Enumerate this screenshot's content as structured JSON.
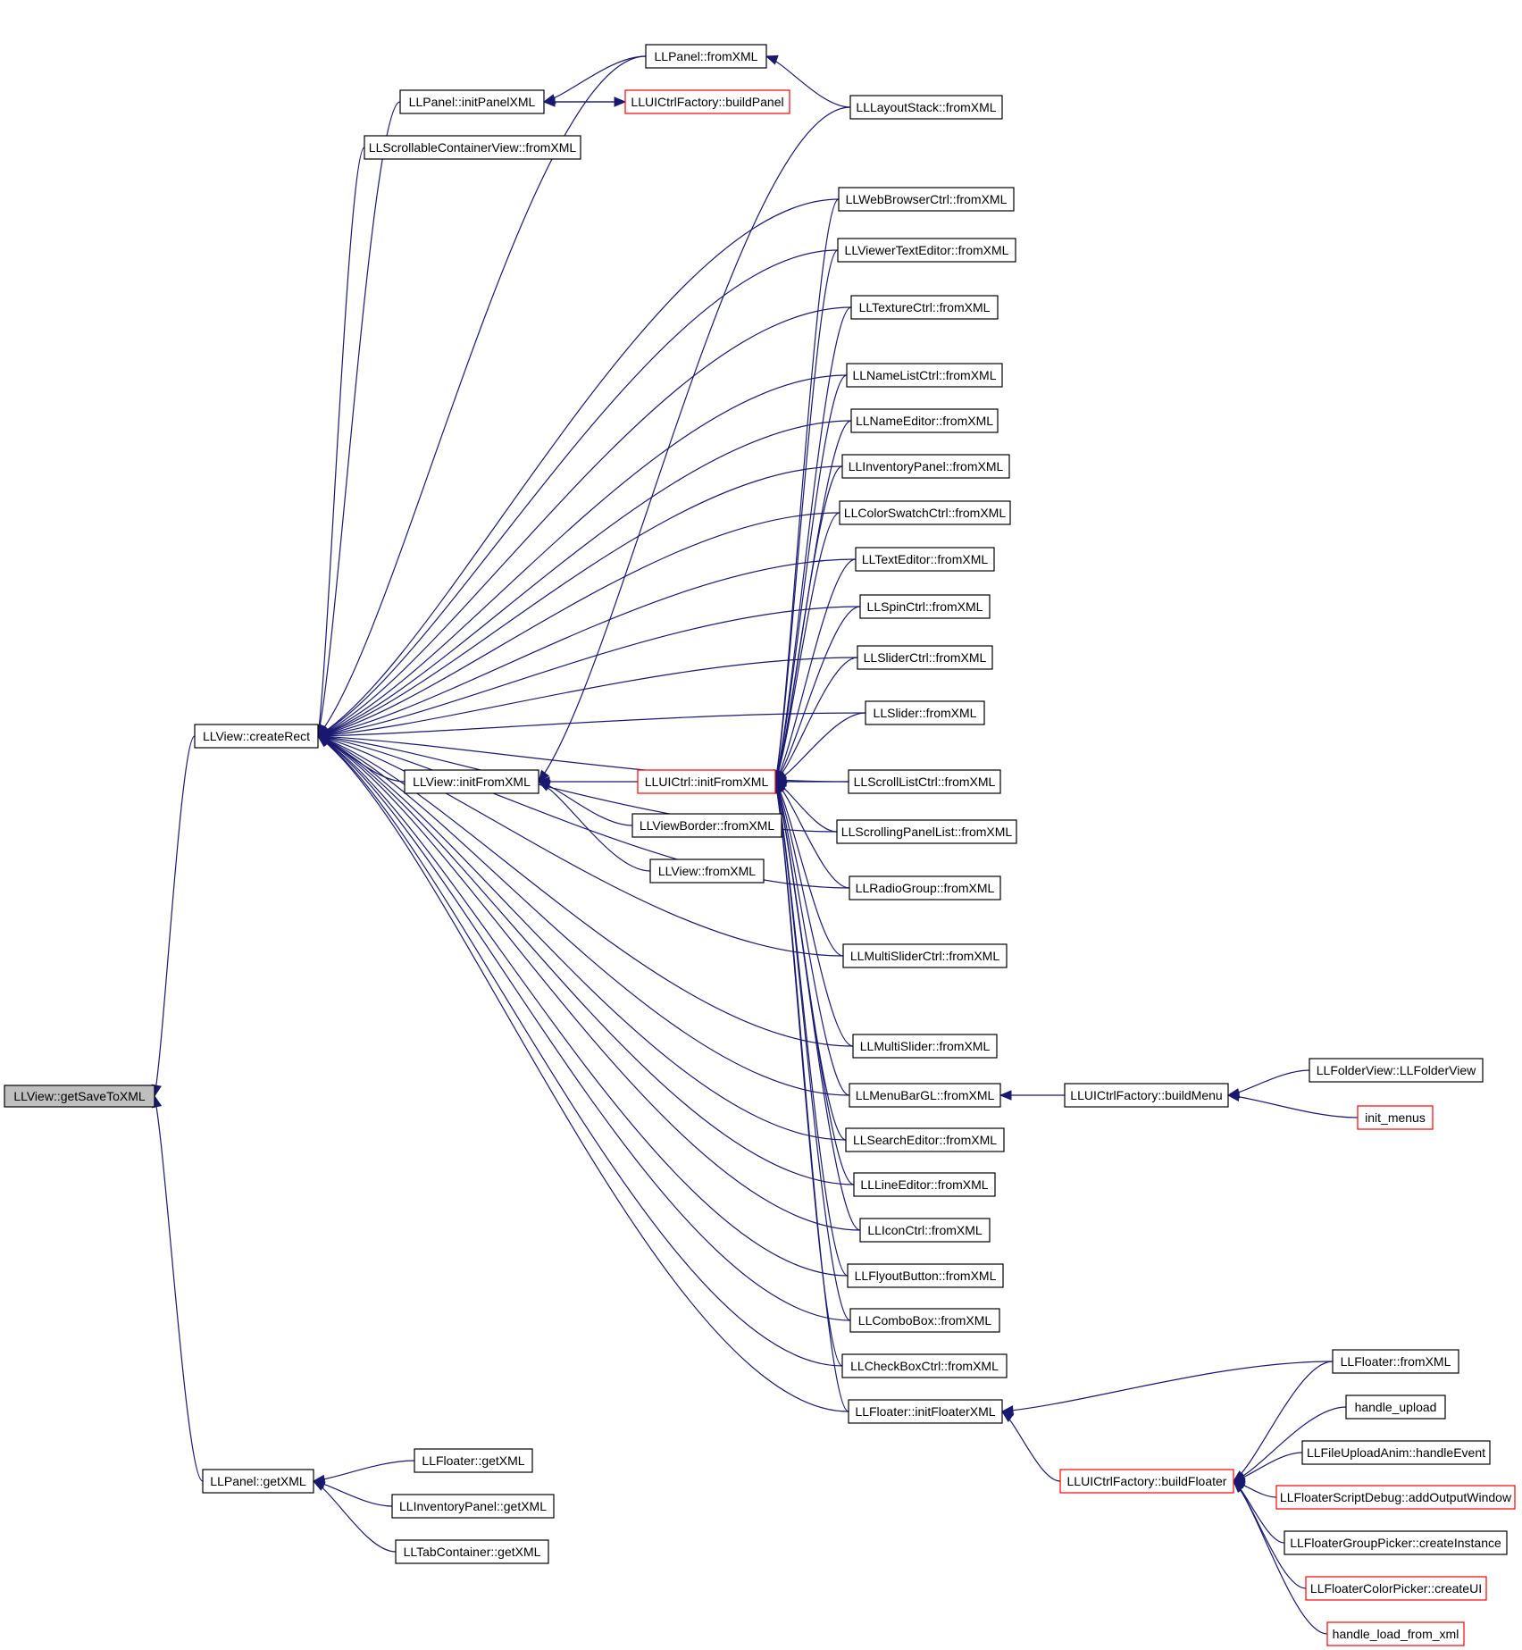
{
  "colors": {
    "edge": "#191970",
    "node_border": "#000000",
    "highlight_border": "#ff0000",
    "root_fill": "#bfbfbf"
  },
  "nodes": [
    {
      "id": "getSaveToXML",
      "label": "LLView::getSaveToXML",
      "style": "grey"
    },
    {
      "id": "createRect",
      "label": "LLView::createRect"
    },
    {
      "id": "getXML",
      "label": "LLPanel::getXML"
    },
    {
      "id": "panelFromXML",
      "label": "LLPanel::fromXML"
    },
    {
      "id": "initPanelXML",
      "label": "LLPanel::initPanelXML"
    },
    {
      "id": "buildPanel",
      "label": "LLUICtrlFactory::buildPanel",
      "style": "red"
    },
    {
      "id": "layoutStack",
      "label": "LLLayoutStack::fromXML"
    },
    {
      "id": "scrollContainer",
      "label": "LLScrollableContainerView::fromXML"
    },
    {
      "id": "webBrowser",
      "label": "LLWebBrowserCtrl::fromXML"
    },
    {
      "id": "viewerTextEditor",
      "label": "LLViewerTextEditor::fromXML"
    },
    {
      "id": "textureCtrl",
      "label": "LLTextureCtrl::fromXML"
    },
    {
      "id": "nameListCtrl",
      "label": "LLNameListCtrl::fromXML"
    },
    {
      "id": "nameEditor",
      "label": "LLNameEditor::fromXML"
    },
    {
      "id": "inventoryPanel",
      "label": "LLInventoryPanel::fromXML"
    },
    {
      "id": "colorSwatch",
      "label": "LLColorSwatchCtrl::fromXML"
    },
    {
      "id": "textEditor",
      "label": "LLTextEditor::fromXML"
    },
    {
      "id": "spinCtrl",
      "label": "LLSpinCtrl::fromXML"
    },
    {
      "id": "sliderCtrl",
      "label": "LLSliderCtrl::fromXML"
    },
    {
      "id": "slider",
      "label": "LLSlider::fromXML"
    },
    {
      "id": "viewInitFromXML",
      "label": "LLView::initFromXML"
    },
    {
      "id": "uictrlInitFromXML",
      "label": "LLUICtrl::initFromXML",
      "style": "red"
    },
    {
      "id": "scrollListCtrl",
      "label": "LLScrollListCtrl::fromXML"
    },
    {
      "id": "viewBorder",
      "label": "LLViewBorder::fromXML"
    },
    {
      "id": "scrollingPanelList",
      "label": "LLScrollingPanelList::fromXML"
    },
    {
      "id": "viewFromXML",
      "label": "LLView::fromXML"
    },
    {
      "id": "radioGroup",
      "label": "LLRadioGroup::fromXML"
    },
    {
      "id": "multiSliderCtrl",
      "label": "LLMultiSliderCtrl::fromXML"
    },
    {
      "id": "multiSlider",
      "label": "LLMultiSlider::fromXML"
    },
    {
      "id": "menuBarGL",
      "label": "LLMenuBarGL::fromXML"
    },
    {
      "id": "buildMenu",
      "label": "LLUICtrlFactory::buildMenu"
    },
    {
      "id": "folderView",
      "label": "LLFolderView::LLFolderView"
    },
    {
      "id": "initMenus",
      "label": "init_menus",
      "style": "red"
    },
    {
      "id": "searchEditor",
      "label": "LLSearchEditor::fromXML"
    },
    {
      "id": "lineEditor",
      "label": "LLLineEditor::fromXML"
    },
    {
      "id": "iconCtrl",
      "label": "LLIconCtrl::fromXML"
    },
    {
      "id": "flyoutButton",
      "label": "LLFlyoutButton::fromXML"
    },
    {
      "id": "comboBox",
      "label": "LLComboBox::fromXML"
    },
    {
      "id": "checkBoxCtrl",
      "label": "LLCheckBoxCtrl::fromXML"
    },
    {
      "id": "initFloaterXML",
      "label": "LLFloater::initFloaterXML"
    },
    {
      "id": "floaterFromXML",
      "label": "LLFloater::fromXML"
    },
    {
      "id": "handleUpload",
      "label": "handle_upload"
    },
    {
      "id": "fileUploadAnim",
      "label": "LLFileUploadAnim::handleEvent"
    },
    {
      "id": "buildFloater",
      "label": "LLUICtrlFactory::buildFloater",
      "style": "red"
    },
    {
      "id": "scriptDebug",
      "label": "LLFloaterScriptDebug::addOutputWindow",
      "style": "red"
    },
    {
      "id": "groupPicker",
      "label": "LLFloaterGroupPicker::createInstance"
    },
    {
      "id": "colorPicker",
      "label": "LLFloaterColorPicker::createUI",
      "style": "red"
    },
    {
      "id": "handleLoad",
      "label": "handle_load_from_xml",
      "style": "red"
    },
    {
      "id": "floaterGetXML",
      "label": "LLFloater::getXML"
    },
    {
      "id": "inventoryGetXML",
      "label": "LLInventoryPanel::getXML"
    },
    {
      "id": "tabGetXML",
      "label": "LLTabContainer::getXML"
    }
  ],
  "edges": [
    [
      "createRect",
      "getSaveToXML"
    ],
    [
      "getXML",
      "getSaveToXML"
    ],
    [
      "panelFromXML",
      "createRect"
    ],
    [
      "initPanelXML",
      "createRect"
    ],
    [
      "buildPanel",
      "initPanelXML"
    ],
    [
      "initPanelXML",
      "buildPanel"
    ],
    [
      "panelFromXML",
      "initPanelXML"
    ],
    [
      "layoutStack",
      "panelFromXML"
    ],
    [
      "scrollContainer",
      "createRect"
    ],
    [
      "webBrowser",
      "createRect"
    ],
    [
      "viewerTextEditor",
      "createRect"
    ],
    [
      "textureCtrl",
      "createRect"
    ],
    [
      "nameListCtrl",
      "createRect"
    ],
    [
      "nameEditor",
      "createRect"
    ],
    [
      "inventoryPanel",
      "createRect"
    ],
    [
      "colorSwatch",
      "createRect"
    ],
    [
      "textEditor",
      "createRect"
    ],
    [
      "spinCtrl",
      "createRect"
    ],
    [
      "sliderCtrl",
      "createRect"
    ],
    [
      "slider",
      "createRect"
    ],
    [
      "scrollListCtrl",
      "createRect"
    ],
    [
      "viewInitFromXML",
      "createRect"
    ],
    [
      "scrollingPanelList",
      "createRect"
    ],
    [
      "radioGroup",
      "createRect"
    ],
    [
      "multiSliderCtrl",
      "createRect"
    ],
    [
      "multiSlider",
      "createRect"
    ],
    [
      "menuBarGL",
      "createRect"
    ],
    [
      "searchEditor",
      "createRect"
    ],
    [
      "lineEditor",
      "createRect"
    ],
    [
      "iconCtrl",
      "createRect"
    ],
    [
      "flyoutButton",
      "createRect"
    ],
    [
      "comboBox",
      "createRect"
    ],
    [
      "checkBoxCtrl",
      "createRect"
    ],
    [
      "initFloaterXML",
      "createRect"
    ],
    [
      "uictrlInitFromXML",
      "viewInitFromXML"
    ],
    [
      "viewBorder",
      "viewInitFromXML"
    ],
    [
      "viewFromXML",
      "viewInitFromXML"
    ],
    [
      "layoutStack",
      "viewInitFromXML"
    ],
    [
      "webBrowser",
      "uictrlInitFromXML"
    ],
    [
      "viewerTextEditor",
      "uictrlInitFromXML"
    ],
    [
      "textureCtrl",
      "uictrlInitFromXML"
    ],
    [
      "nameListCtrl",
      "uictrlInitFromXML"
    ],
    [
      "nameEditor",
      "uictrlInitFromXML"
    ],
    [
      "inventoryPanel",
      "uictrlInitFromXML"
    ],
    [
      "colorSwatch",
      "uictrlInitFromXML"
    ],
    [
      "textEditor",
      "uictrlInitFromXML"
    ],
    [
      "spinCtrl",
      "uictrlInitFromXML"
    ],
    [
      "sliderCtrl",
      "uictrlInitFromXML"
    ],
    [
      "slider",
      "uictrlInitFromXML"
    ],
    [
      "scrollListCtrl",
      "uictrlInitFromXML"
    ],
    [
      "scrollingPanelList",
      "uictrlInitFromXML"
    ],
    [
      "radioGroup",
      "uictrlInitFromXML"
    ],
    [
      "multiSliderCtrl",
      "uictrlInitFromXML"
    ],
    [
      "multiSlider",
      "uictrlInitFromXML"
    ],
    [
      "menuBarGL",
      "uictrlInitFromXML"
    ],
    [
      "searchEditor",
      "uictrlInitFromXML"
    ],
    [
      "lineEditor",
      "uictrlInitFromXML"
    ],
    [
      "iconCtrl",
      "uictrlInitFromXML"
    ],
    [
      "flyoutButton",
      "uictrlInitFromXML"
    ],
    [
      "comboBox",
      "uictrlInitFromXML"
    ],
    [
      "checkBoxCtrl",
      "uictrlInitFromXML"
    ],
    [
      "initFloaterXML",
      "uictrlInitFromXML"
    ],
    [
      "buildMenu",
      "menuBarGL"
    ],
    [
      "folderView",
      "buildMenu"
    ],
    [
      "initMenus",
      "buildMenu"
    ],
    [
      "floaterFromXML",
      "initFloaterXML"
    ],
    [
      "buildFloater",
      "initFloaterXML"
    ],
    [
      "floaterFromXML",
      "buildFloater"
    ],
    [
      "handleUpload",
      "buildFloater"
    ],
    [
      "fileUploadAnim",
      "buildFloater"
    ],
    [
      "scriptDebug",
      "buildFloater"
    ],
    [
      "groupPicker",
      "buildFloater"
    ],
    [
      "colorPicker",
      "buildFloater"
    ],
    [
      "handleLoad",
      "buildFloater"
    ],
    [
      "floaterGetXML",
      "getXML"
    ],
    [
      "inventoryGetXML",
      "getXML"
    ],
    [
      "tabGetXML",
      "getXML"
    ]
  ]
}
